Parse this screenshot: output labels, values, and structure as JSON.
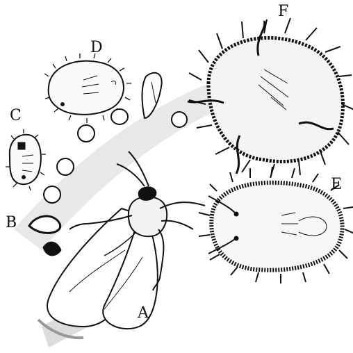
{
  "illustration": {
    "stages": [
      {
        "key": "A",
        "label": "A"
      },
      {
        "key": "B",
        "label": "B"
      },
      {
        "key": "C",
        "label": "C"
      },
      {
        "key": "D",
        "label": "D"
      },
      {
        "key": "E",
        "label": "E"
      },
      {
        "key": "F",
        "label": "F"
      }
    ],
    "colors": {
      "ink": "#111111",
      "paper": "#ffffff",
      "shade": "#9a9a9a"
    }
  }
}
